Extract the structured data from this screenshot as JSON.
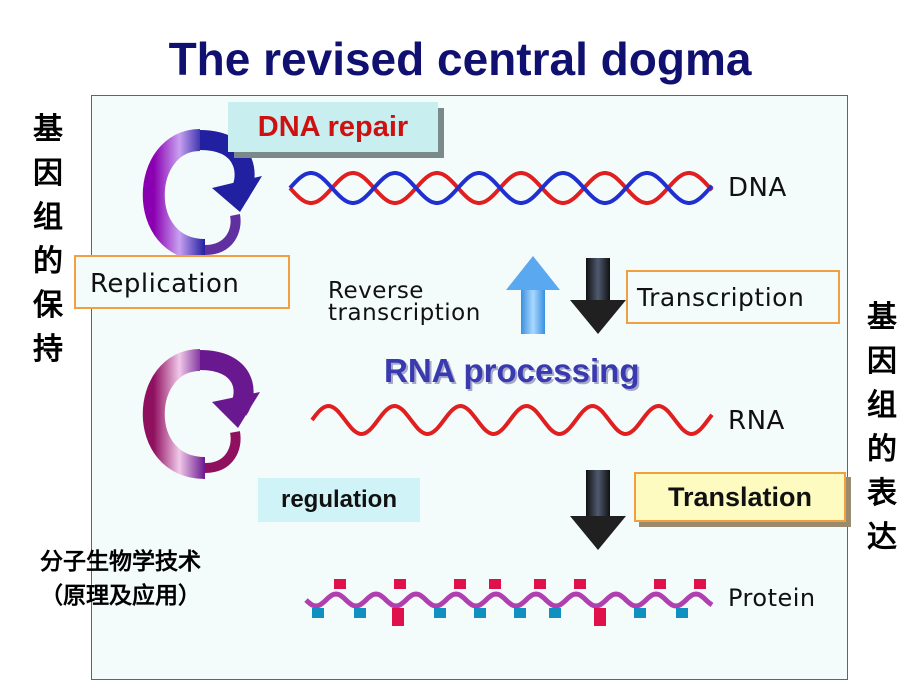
{
  "title": "The revised central dogma",
  "left_vertical": [
    "基",
    "因",
    "组",
    "的",
    "保",
    "持"
  ],
  "right_vertical": [
    "基",
    "因",
    "组",
    "的",
    "表",
    "达"
  ],
  "labels": {
    "dna_repair": "DNA repair",
    "dna": "DNA",
    "replication": "Replication",
    "reverse_transcription_1": "Reverse",
    "reverse_transcription_2": "transcription",
    "transcription": "Transcription",
    "rna_processing": "RNA processing",
    "rna": "RNA",
    "regulation": "regulation",
    "translation": "Translation",
    "protein": "Protein",
    "footer_line1": "分子生物学技术",
    "footer_line2": "（原理及应用）"
  },
  "colors": {
    "title": "#101070",
    "dna_strand_a": "#e02020",
    "dna_strand_b": "#2030d0",
    "rna_strand": "#e02020",
    "panel_border": "#c83a3a",
    "accent_box_border": "#f0a040"
  }
}
